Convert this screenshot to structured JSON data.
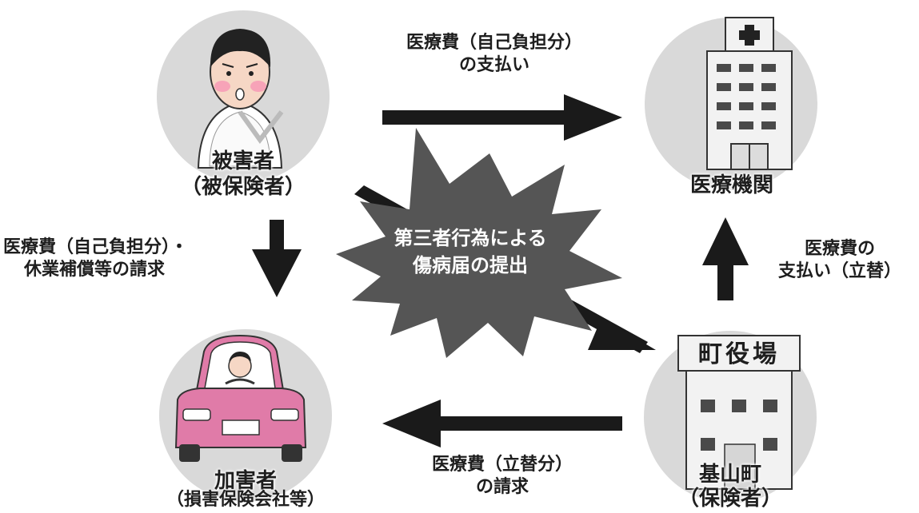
{
  "nodes": {
    "victim": {
      "title": "被害者",
      "sub": "（被保険者）"
    },
    "hospital": {
      "title": "医療機関"
    },
    "perpetrator": {
      "title": "加害者",
      "sub": "（損害保険会社等）"
    },
    "town": {
      "title": "基山町",
      "sub": "（保険者）",
      "sign": "町役場"
    }
  },
  "flows": {
    "victim_to_hospital": [
      "医療費（自己負担分）",
      "の支払い"
    ],
    "victim_to_perpetrator": [
      "医療費（自己負担分）・",
      "休業補償等の請求"
    ],
    "town_to_hospital": [
      "医療費の",
      "支払い（立替）"
    ],
    "town_to_perpetrator": [
      "医療費（立替分）",
      "の請求"
    ]
  },
  "center": [
    "第三者行為による",
    "傷病届の提出"
  ],
  "colors": {
    "circle": "#d9d9d9",
    "arrow": "#1a1a1a",
    "burst": "#555555",
    "car": "#e07ba8",
    "building": "#f2f2f2"
  }
}
